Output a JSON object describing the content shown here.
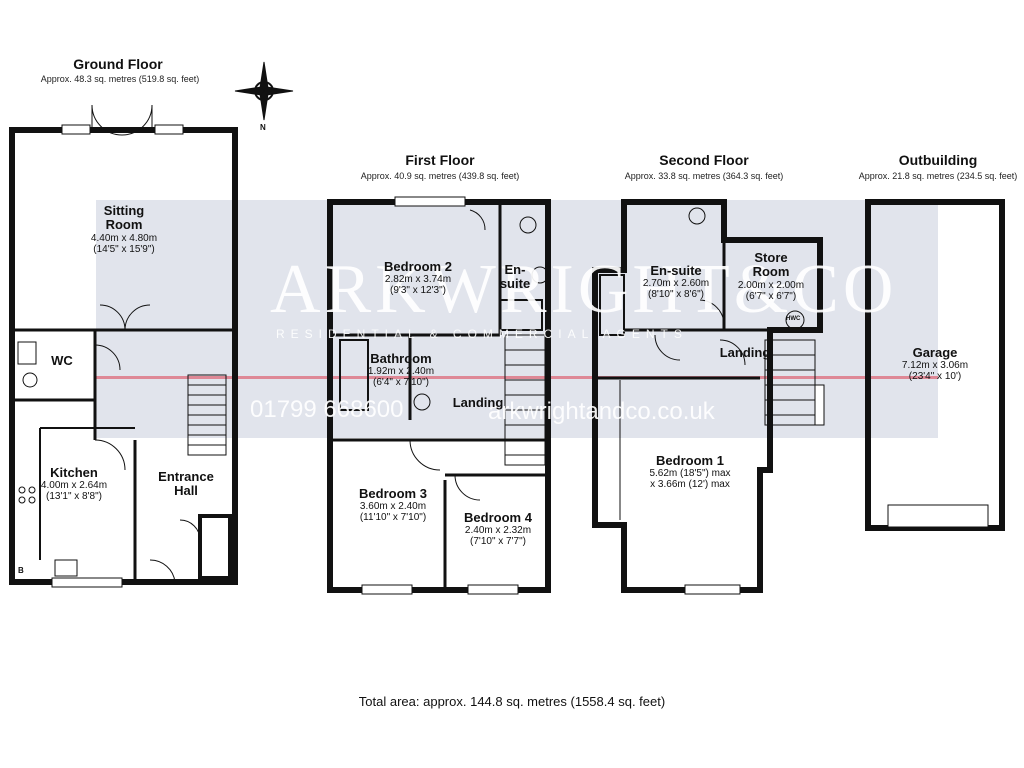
{
  "floors": {
    "ground": {
      "title": "Ground Floor",
      "area": "Approx. 48.3 sq. metres (519.8 sq. feet)"
    },
    "first": {
      "title": "First Floor",
      "area": "Approx. 40.9 sq. metres (439.8 sq. feet)"
    },
    "second": {
      "title": "Second Floor",
      "area": "Approx. 33.8 sq. metres (364.3 sq. feet)"
    },
    "outbuilding": {
      "title": "Outbuilding",
      "area": "Approx. 21.8 sq. metres (234.5 sq. feet)"
    }
  },
  "compass": {
    "label": "N"
  },
  "rooms": {
    "sitting": {
      "name1": "Sitting",
      "name2": "Room",
      "dim": "4.40m x 4.80m",
      "imperial": "(14'5\" x 15'9\")"
    },
    "wc": {
      "name": "WC"
    },
    "kitchen": {
      "name": "Kitchen",
      "dim": "4.00m x 2.64m",
      "imperial": "(13'1\" x 8'8\")"
    },
    "entrance": {
      "name1": "Entrance",
      "name2": "Hall"
    },
    "bedroom2": {
      "name": "Bedroom 2",
      "dim": "2.82m x 3.74m",
      "imperial": "(9'3\" x 12'3\")"
    },
    "ensuite1": {
      "name1": "En-",
      "name2": "suite"
    },
    "bathroom": {
      "name": "Bathroom",
      "dim": "1.92m x 2.40m",
      "imperial": "(6'4\" x 7'10\")"
    },
    "landing1": {
      "name": "Landing"
    },
    "bedroom3": {
      "name": "Bedroom 3",
      "dim": "3.60m x 2.40m",
      "imperial": "(11'10\" x 7'10\")"
    },
    "bedroom4": {
      "name": "Bedroom 4",
      "dim": "2.40m x 2.32m",
      "imperial": "(7'10\" x 7'7\")"
    },
    "ensuite2": {
      "name": "En-suite",
      "dim": "2.70m x 2.60m",
      "imperial": "(8'10\" x 8'6\")"
    },
    "store": {
      "name1": "Store",
      "name2": "Room",
      "dim": "2.00m x 2.00m",
      "imperial": "(6'7\" x 6'7\")"
    },
    "landing2": {
      "name": "Landing"
    },
    "bedroom1": {
      "name": "Bedroom 1",
      "dim": "5.62m (18'5\") max",
      "imperial": "x 3.66m (12') max"
    },
    "garage": {
      "name": "Garage",
      "dim": "7.12m x 3.06m",
      "imperial": "(23'4\" x 10')"
    }
  },
  "labels": {
    "boiler": "B",
    "hwc": "HWC"
  },
  "watermark": {
    "brand": "ARKWRIGHT&CO",
    "tagline": "RESIDENTIAL & COMMERCIAL AGENTS",
    "phone": "01799 668600",
    "website": "arkwrightandco.co.uk"
  },
  "total_area": "Total area: approx. 144.8 sq. metres (1558.4 sq. feet)"
}
